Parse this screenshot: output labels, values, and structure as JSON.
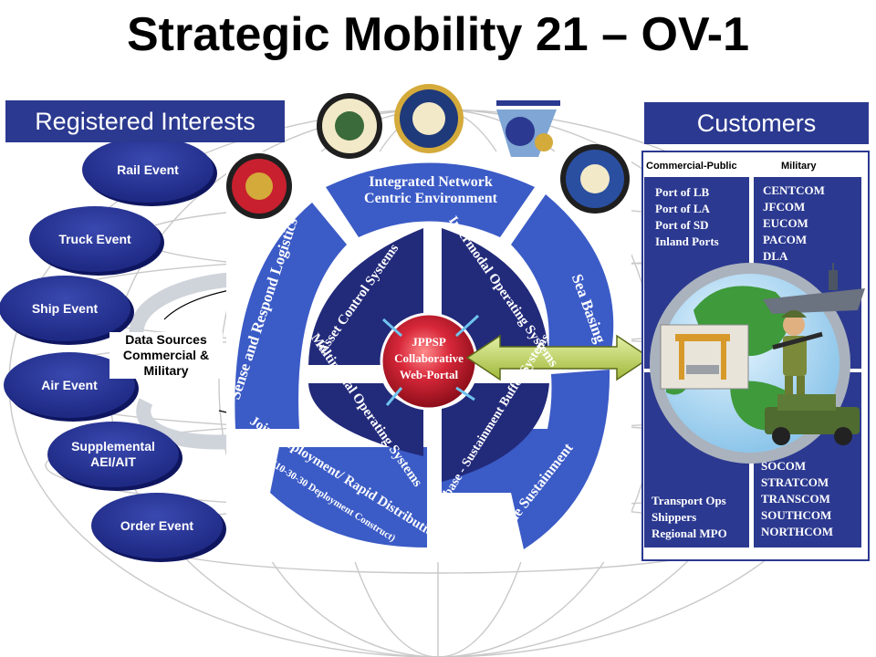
{
  "title": "Strategic Mobility 21 – OV-1",
  "registered_interests": {
    "header": "Registered Interests",
    "events": [
      "Rail Event",
      "Truck Event",
      "Ship Event",
      "Air Event",
      "Supplemental AEI/AIT",
      "Order Event"
    ],
    "data_sources": [
      "Data Sources",
      "Commercial &",
      "Military"
    ]
  },
  "wheel": {
    "outer": [
      "Integrated Network Centric Environment",
      "Sea Basing",
      "Agile Sustainment",
      "Joint Deployment/ Rapid Distribution",
      "(10-30-30 Deployment Construct)",
      "Sense and Respond Logistics"
    ],
    "inner": [
      "Asset Control Systems",
      "Intermodal Operating Systems",
      "Seabase - Sustainment Buffer Systems",
      "Multimodal Operating Systems"
    ],
    "hub": [
      "JPPSP",
      "Collaborative",
      "Web-Portal"
    ]
  },
  "customers": {
    "header": "Customers",
    "col_commercial": "Commercial-Public",
    "col_military": "Military",
    "commercial_top": [
      "Port of LB",
      "Port of LA",
      "Port of SD",
      "Inland Ports"
    ],
    "military_top": [
      "CENTCOM",
      "JFCOM",
      "EUCOM",
      "PACOM",
      "DLA"
    ],
    "commercial_bottom": [
      "Transport Ops",
      "Shippers",
      "Regional MPO"
    ],
    "military_bottom": [
      "SOCOM",
      "STRATCOM",
      "TRANSCOM",
      "SOUTHCOM",
      "NORTHCOM"
    ]
  },
  "colors": {
    "navy": "#2b3990",
    "wheel_outer": "#3b5bc6",
    "wheel_inner": "#222a7a",
    "hub": "#d8283a",
    "arrow": "#c7dd66"
  },
  "icons": [
    "army-seal-icon",
    "navy-seal-icon",
    "dla-seal-icon",
    "marine-corps-seal-icon",
    "air-force-seal-icon",
    "globe-icon",
    "aircraft-carrier-icon",
    "soldier-icon",
    "humvee-icon",
    "gantry-crane-icon"
  ]
}
